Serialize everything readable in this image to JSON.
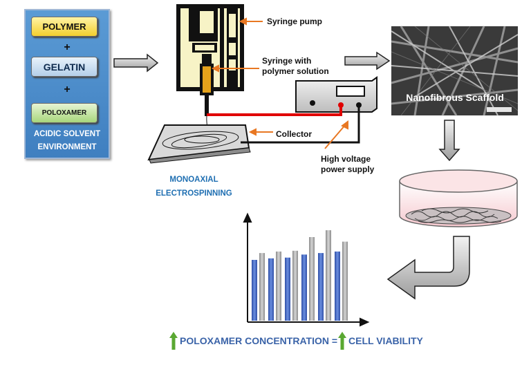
{
  "ingredients": {
    "polymer": "POLYMER",
    "gelatin": "GELATIN",
    "poloxamer": "POLOXAMER",
    "plus": "+",
    "solvent_line1": "ACIDIC SOLVENT",
    "solvent_line2": "ENVIRONMENT"
  },
  "labels": {
    "syringe_pump": "Syringe pump",
    "syringe_line1": "Syringe with",
    "syringe_line2": "polymer solution",
    "collector": "Collector",
    "hv_line1": "High voltage",
    "hv_line2": "power supply",
    "method_line1": "MONOAXIAL",
    "method_line2": "ELECTROSPINNING",
    "scaffold": "Nanofibrous Scaffold"
  },
  "caption": {
    "left": "POLOXAMER CONCENTRATION = ",
    "right": "CELL VIABILITY"
  },
  "colors": {
    "panel_blue": "#4a8bcb",
    "bar_blue": "#4a6fc9",
    "bar_grey": "#a6a6a6",
    "arrow_green": "#5aa832",
    "caption_blue": "#3a63a8",
    "label_blue": "#1f6fb2",
    "lead_orange": "#e87722",
    "wire_red": "#e00000"
  },
  "chart": {
    "blue": [
      0.8,
      0.82,
      0.83,
      0.87,
      0.89,
      0.91
    ],
    "grey": [
      0.89,
      0.91,
      0.92,
      1.1,
      1.19,
      1.04
    ]
  }
}
